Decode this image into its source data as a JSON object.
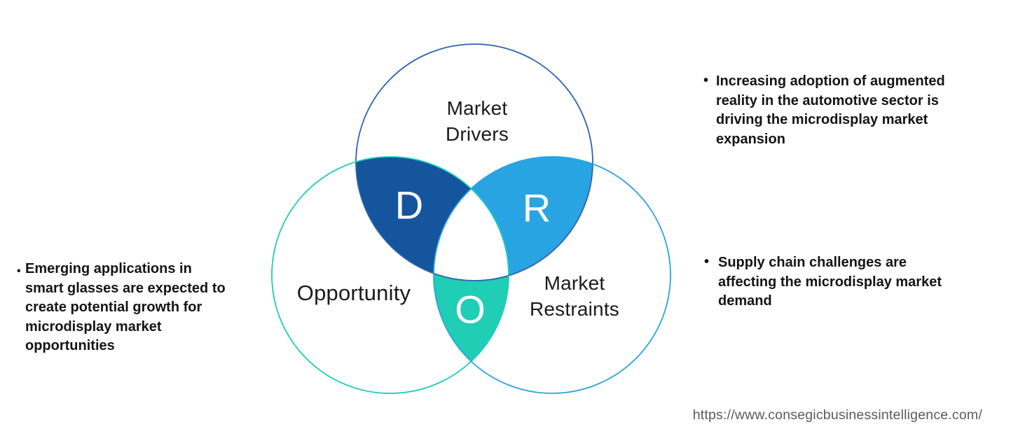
{
  "diagram": {
    "circles": {
      "drivers": {
        "letter": "D",
        "label_lines": [
          "Market",
          "Drivers"
        ]
      },
      "restraints": {
        "letter": "R",
        "label_lines": [
          "Market",
          "Restraints"
        ]
      },
      "opportunity": {
        "letter": "O",
        "label_lines": [
          "Opportunity"
        ]
      }
    },
    "colors": {
      "drivers_outline": "#2E62AE",
      "opportunity_outline": "#1FCDB8",
      "restraints_outline": "#2BA3E2",
      "d_fill": "#15559E",
      "r_fill": "#29A4E2",
      "o_fill": "#1FCEB5",
      "letter_color": "#FFFFFF"
    }
  },
  "bullets": {
    "marker": "•"
  },
  "annotations": {
    "left": {
      "lines": [
        "Emerging applications in",
        "smart glasses are expected to",
        "create potential growth for",
        "microdisplay market",
        "opportunities"
      ]
    },
    "right_top": {
      "lines": [
        "Increasing adoption of augmented",
        "reality in the automotive sector is",
        "driving the microdisplay market",
        "expansion"
      ]
    },
    "right_bottom": {
      "lines": [
        "Supply chain challenges are",
        "affecting the microdisplay market",
        "demand"
      ]
    }
  },
  "footer": {
    "url": "https://www.consegicbusinessintelligence.com/"
  }
}
